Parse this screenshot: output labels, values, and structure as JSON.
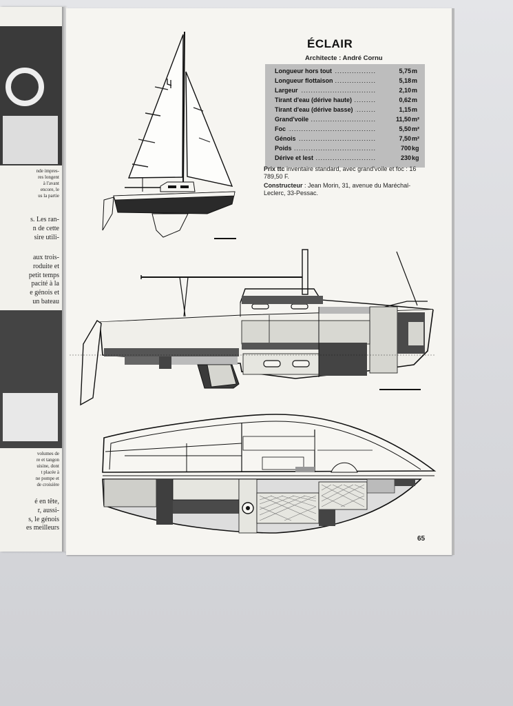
{
  "page": {
    "title": "ÉCLAIR",
    "architect": "Architecte : André Cornu",
    "page_number": "65"
  },
  "specs": [
    {
      "label": "Longueur hors tout",
      "value": "5,75",
      "unit": "m"
    },
    {
      "label": "Longueur flottaison",
      "value": "5,18",
      "unit": "m"
    },
    {
      "label": "Largeur",
      "value": "2,10",
      "unit": "m"
    },
    {
      "label": "Tirant d'eau (dérive haute)",
      "value": "0,62",
      "unit": "m"
    },
    {
      "label": "Tirant d'eau (dérive basse)",
      "value": "1,15",
      "unit": "m"
    },
    {
      "label": "Grand'voile",
      "value": "11,50",
      "unit": "m²"
    },
    {
      "label": "Foc",
      "value": "5,50",
      "unit": "m²"
    },
    {
      "label": "Génois",
      "value": "7,50",
      "unit": "m²"
    },
    {
      "label": "Poids",
      "value": "700",
      "unit": "kg"
    },
    {
      "label": "Dérive et lest",
      "value": "230",
      "unit": "kg"
    }
  ],
  "price": {
    "label": "Prix ttc",
    "text": " inventaire standard, avec grand'voile et foc : 16 789,50 F."
  },
  "builder": {
    "label": "Constructeur",
    "text": " : Jean Morin, 31, avenue du Maréchal-Leclerc, 33-Pessac."
  },
  "left_page": {
    "caption1": "nde impres-\nres longent\nà l'avant\nencore, le\nus la partie",
    "text1": "s. Les ran-\nn de cette\nsire utili-",
    "text2": "aux trois-\nroduite et\npetit temps\npacité à la\ne génois et\nun bateau",
    "caption2": "volumes de\nre et tangon\nuisine, dont\nt placée à\nne pompe et\nde croisière",
    "text3": "é en tête,\nr, aussi-\ns, le génois\nes meilleurs"
  }
}
